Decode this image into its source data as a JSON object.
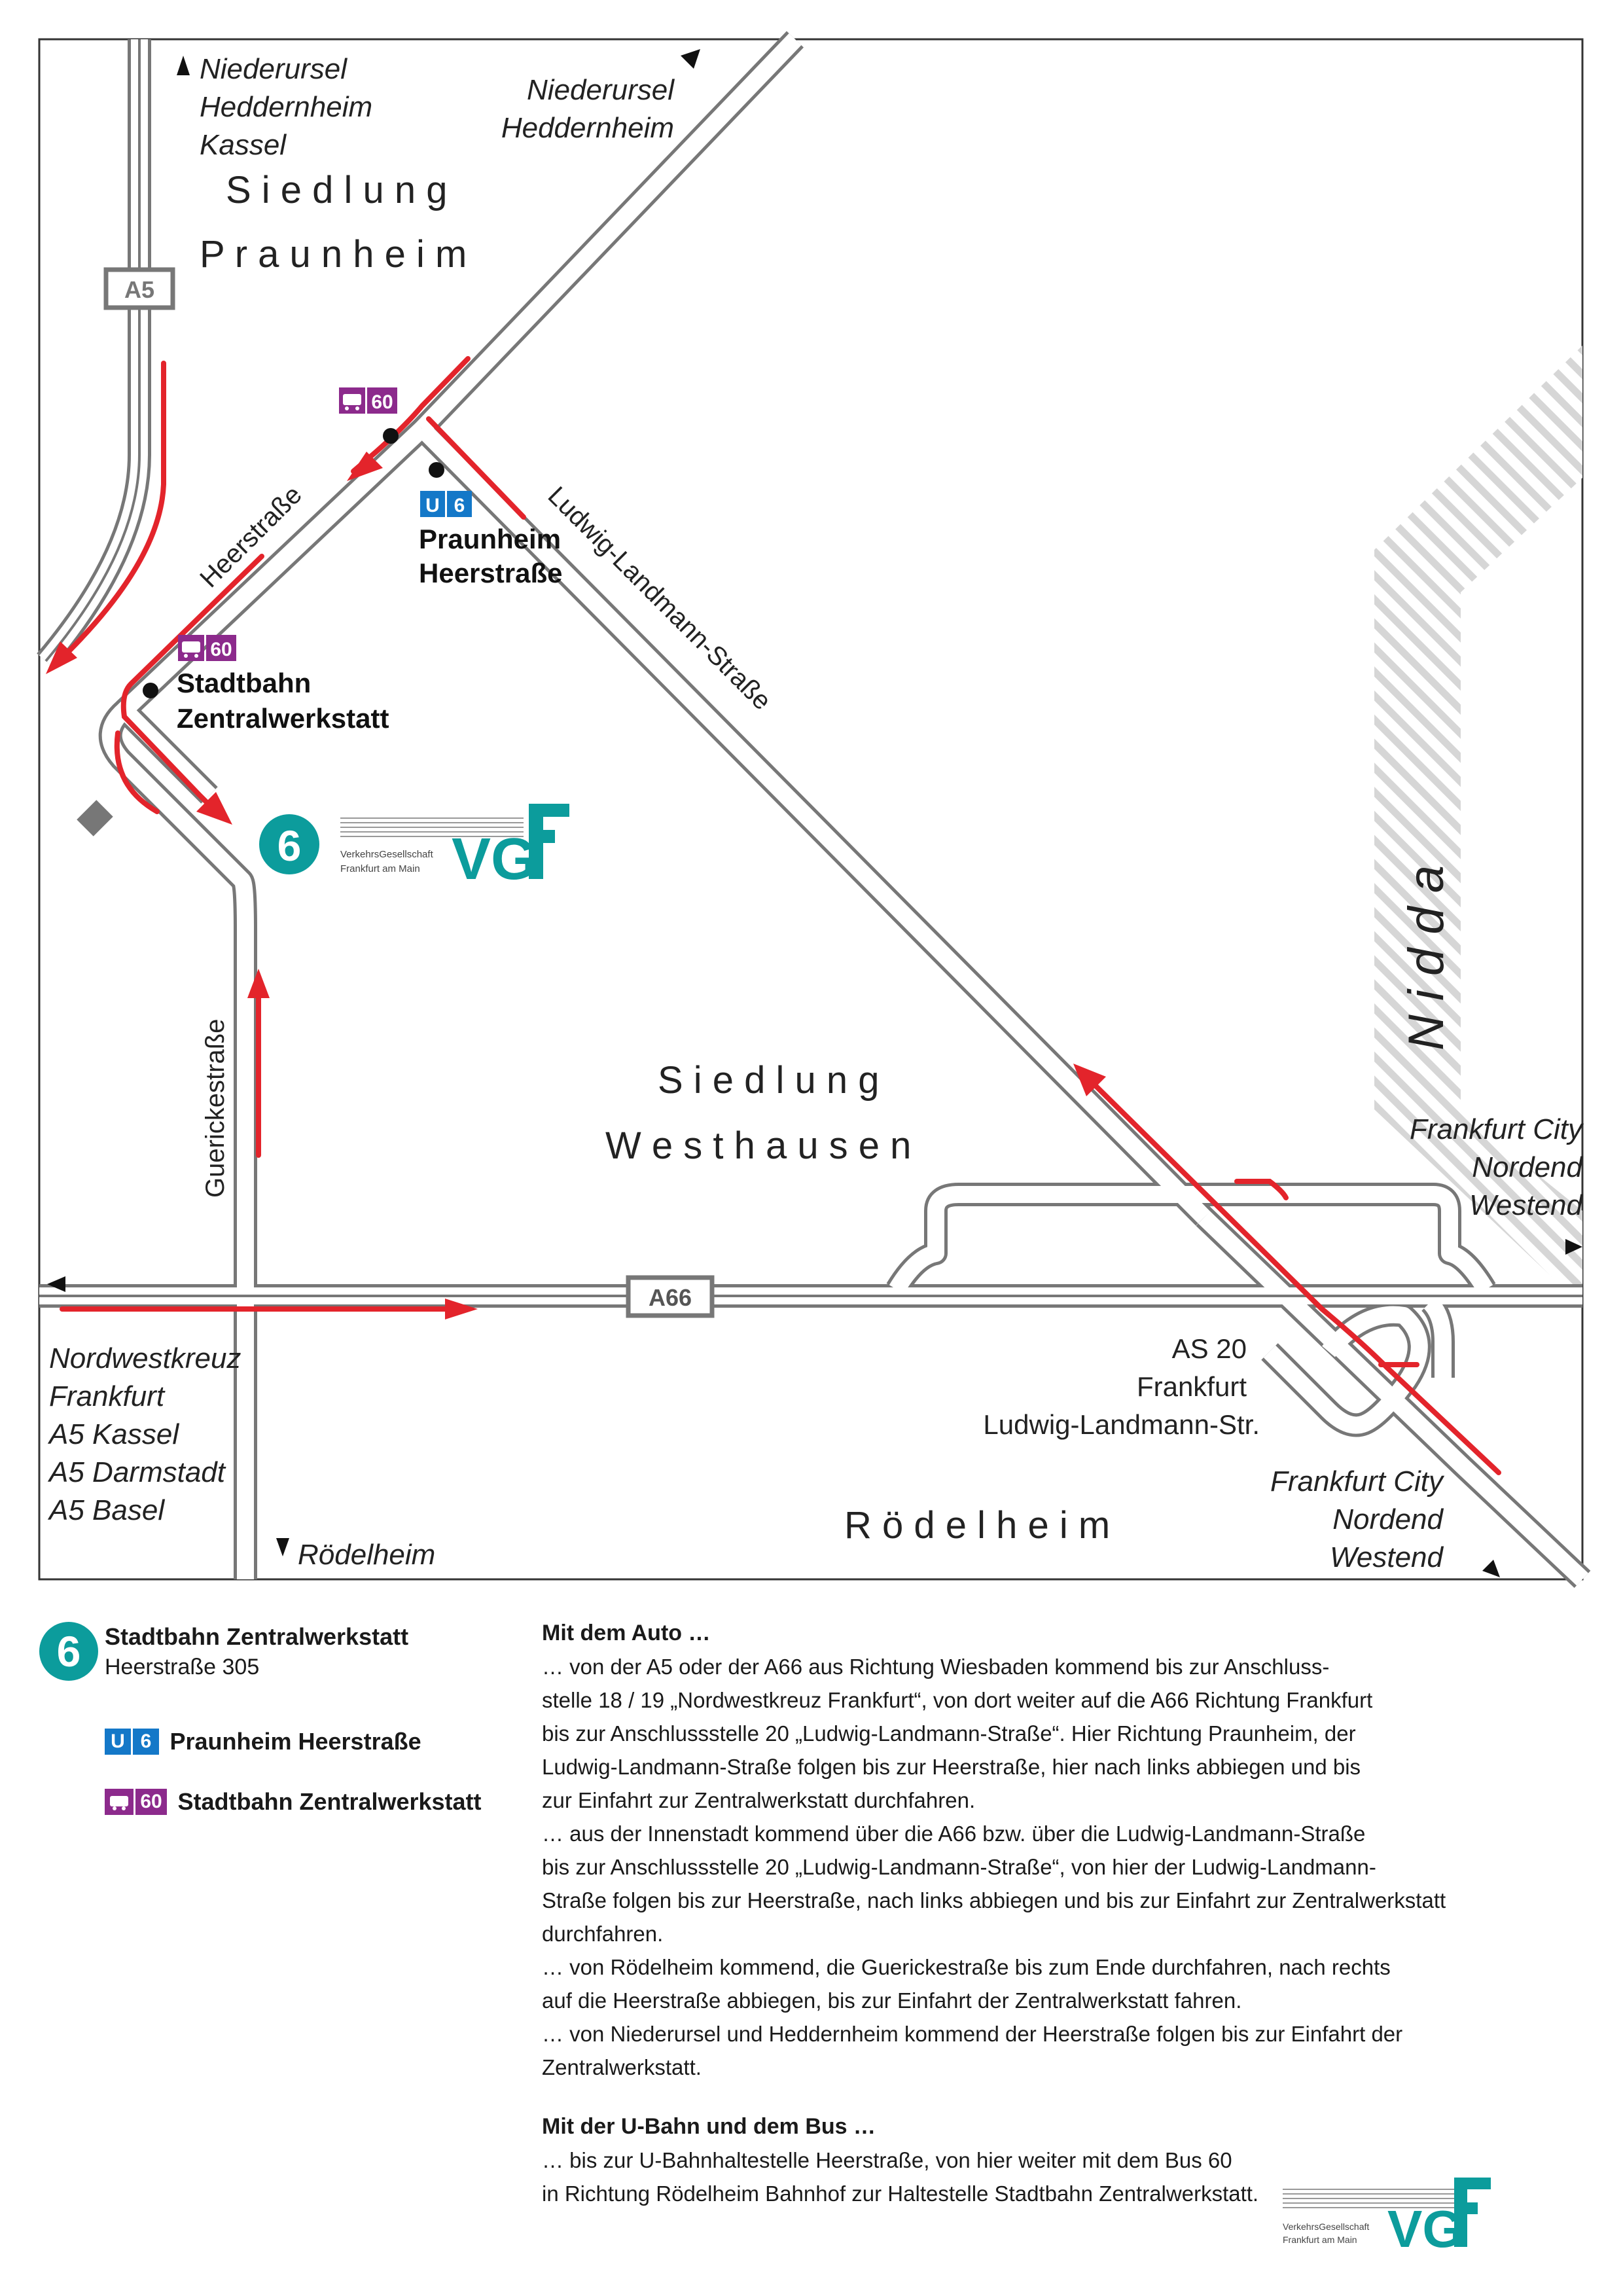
{
  "map": {
    "districts": {
      "praunheim_1": "S i e d l u n g",
      "praunheim_2": "P r a u n h e i m",
      "westhausen_1": "S i e d l u n g",
      "westhausen_2": "W e s t h a u s e n",
      "roedelheim": "R ö d e l h e i m",
      "nidda": "N i d d a"
    },
    "roads": {
      "heerstrasse": "Heerstraße",
      "ludwig_landmann": "Ludwig-Landmann-Straße",
      "guerickestrasse": "Guerickestraße"
    },
    "shields": {
      "a5": "A5",
      "a66": "A66"
    },
    "directions": {
      "nw_top": [
        "Niederursel",
        "Heddernheim",
        "Kassel"
      ],
      "n_top": [
        "Niederursel",
        "Heddernheim"
      ],
      "west": [
        "Nordwestkreuz",
        "Frankfurt",
        "A5 Kassel",
        "A5 Darmstadt",
        "A5 Basel"
      ],
      "south": "Rödelheim",
      "east_upper": [
        "Frankfurt City",
        "Nordend",
        "Westend"
      ],
      "east_lower": [
        "Frankfurt City",
        "Nordend",
        "Westend"
      ]
    },
    "junction": [
      "AS 20",
      "Frankfurt",
      "Ludwig-Landmann-Str."
    ],
    "stops": {
      "u_name": [
        "Praunheim",
        "Heerstraße"
      ],
      "stadtbahn_name": [
        "Stadtbahn",
        "Zentralwerkstatt"
      ]
    },
    "badges": {
      "u_letter": "U",
      "u_line": "6",
      "bus_line": "60",
      "bus_icon": "bus-icon"
    },
    "marker_number": "6",
    "logo": {
      "text1": "VerkehrsGesellschaft",
      "text2": "Frankfurt am Main",
      "letters": "VG"
    }
  },
  "colors": {
    "route_red": "#e3242b",
    "teal": "#0c9c9c",
    "ubahn_blue": "#1478c8",
    "bus_purple": "#8c2a8c",
    "road_gray": "#777777"
  },
  "legend": {
    "number": "6",
    "name": "Stadtbahn Zentralwerkstatt",
    "address": "Heerstraße 305",
    "u_letter": "U",
    "u_line": "6",
    "u_label": "Praunheim Heerstraße",
    "bus_line": "60",
    "bus_label": "Stadtbahn Zentralwerkstatt"
  },
  "directions_text": {
    "car_heading": "Mit dem Auto …",
    "car_1": "… von der A5 oder der A66 aus Richtung Wiesbaden kommend bis zur Anschluss-",
    "car_2": "stelle 18 / 19 „Nordwestkreuz Frankfurt“, von dort weiter auf die A66 Richtung Frankfurt",
    "car_3": "bis zur Anschlussstelle 20 „Ludwig-Landmann-Straße“. Hier Richtung Praunheim, der",
    "car_4": "Ludwig-Landmann-Straße folgen bis zur Heerstraße, hier nach links abbiegen und bis",
    "car_5": "zur Einfahrt zur Zentralwerkstatt durchfahren.",
    "car_6": "… aus der Innenstadt kommend über die A66 bzw. über die Ludwig-Landmann-Straße",
    "car_7": "bis zur Anschlussstelle 20 „Ludwig-Landmann-Straße“, von hier der Ludwig-Landmann-",
    "car_8": "Straße folgen bis zur Heerstraße, nach links abbiegen und bis zur Einfahrt zur Zentralwerkstatt",
    "car_9": "durchfahren.",
    "car_10": "… von Rödelheim kommend, die Guerickestraße bis zum Ende durchfahren, nach rechts",
    "car_11": "auf die Heerstraße abbiegen, bis zur Einfahrt der Zentralwerkstatt fahren.",
    "car_12": "… von Niederursel und Heddernheim kommend der Heerstraße folgen bis zur Einfahrt der",
    "car_13": "Zentralwerkstatt.",
    "bus_heading": "Mit der U-Bahn und dem Bus …",
    "bus_1": "… bis zur U-Bahnhaltestelle Heerstraße, von hier weiter mit dem Bus 60",
    "bus_2": "in Richtung Rödelheim Bahnhof zur Haltestelle Stadtbahn Zentralwerkstatt."
  }
}
